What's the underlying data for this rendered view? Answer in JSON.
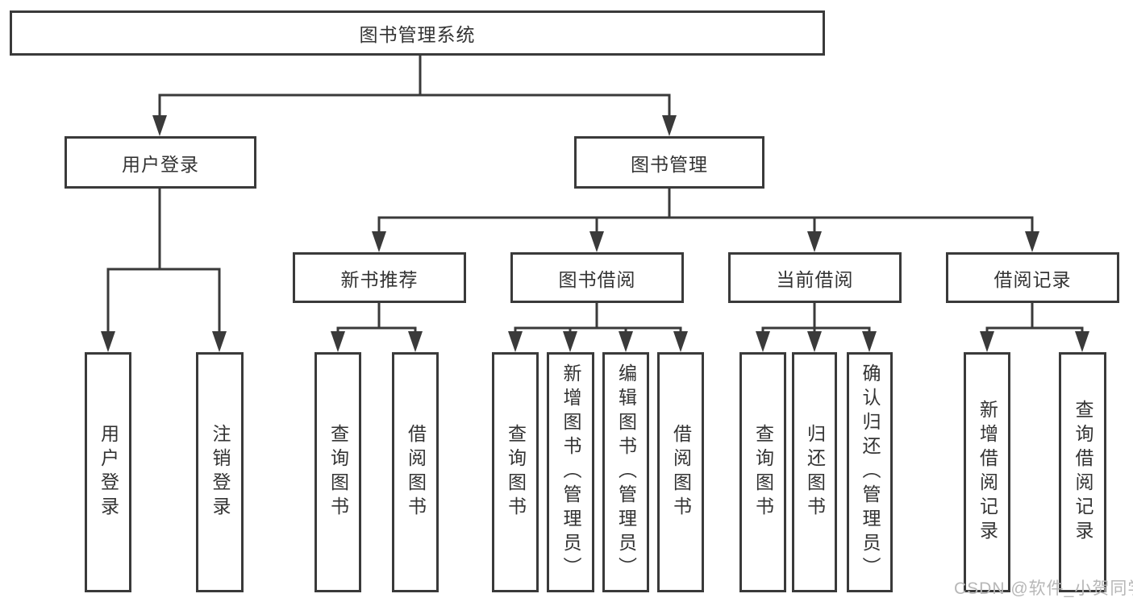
{
  "tree": {
    "root": {
      "label": "图书管理系统",
      "children": [
        {
          "label": "用户登录",
          "children": [
            {
              "label": "用户登录"
            },
            {
              "label": "注销登录"
            }
          ]
        },
        {
          "label": "图书管理",
          "children": [
            {
              "label": "新书推荐",
              "children": [
                {
                  "label": "查询图书"
                },
                {
                  "label": "借阅图书"
                }
              ]
            },
            {
              "label": "图书借阅",
              "children": [
                {
                  "label": "查询图书"
                },
                {
                  "label": "新增图书（管理员）"
                },
                {
                  "label": "编辑图书（管理员）"
                },
                {
                  "label": "借阅图书"
                }
              ]
            },
            {
              "label": "当前借阅",
              "children": [
                {
                  "label": "查询图书"
                },
                {
                  "label": "归还图书"
                },
                {
                  "label": "确认归还（管理员）"
                }
              ]
            },
            {
              "label": "借阅记录",
              "children": [
                {
                  "label": "新增借阅记录"
                },
                {
                  "label": "查询借阅记录"
                }
              ]
            }
          ]
        }
      ]
    }
  },
  "watermark": {
    "text": "CSDN @软件_小贺同学"
  },
  "colors": {
    "line": "#3a3a3a",
    "text": "#333333",
    "background": "#ffffff",
    "watermark": "#b7b7b7"
  }
}
